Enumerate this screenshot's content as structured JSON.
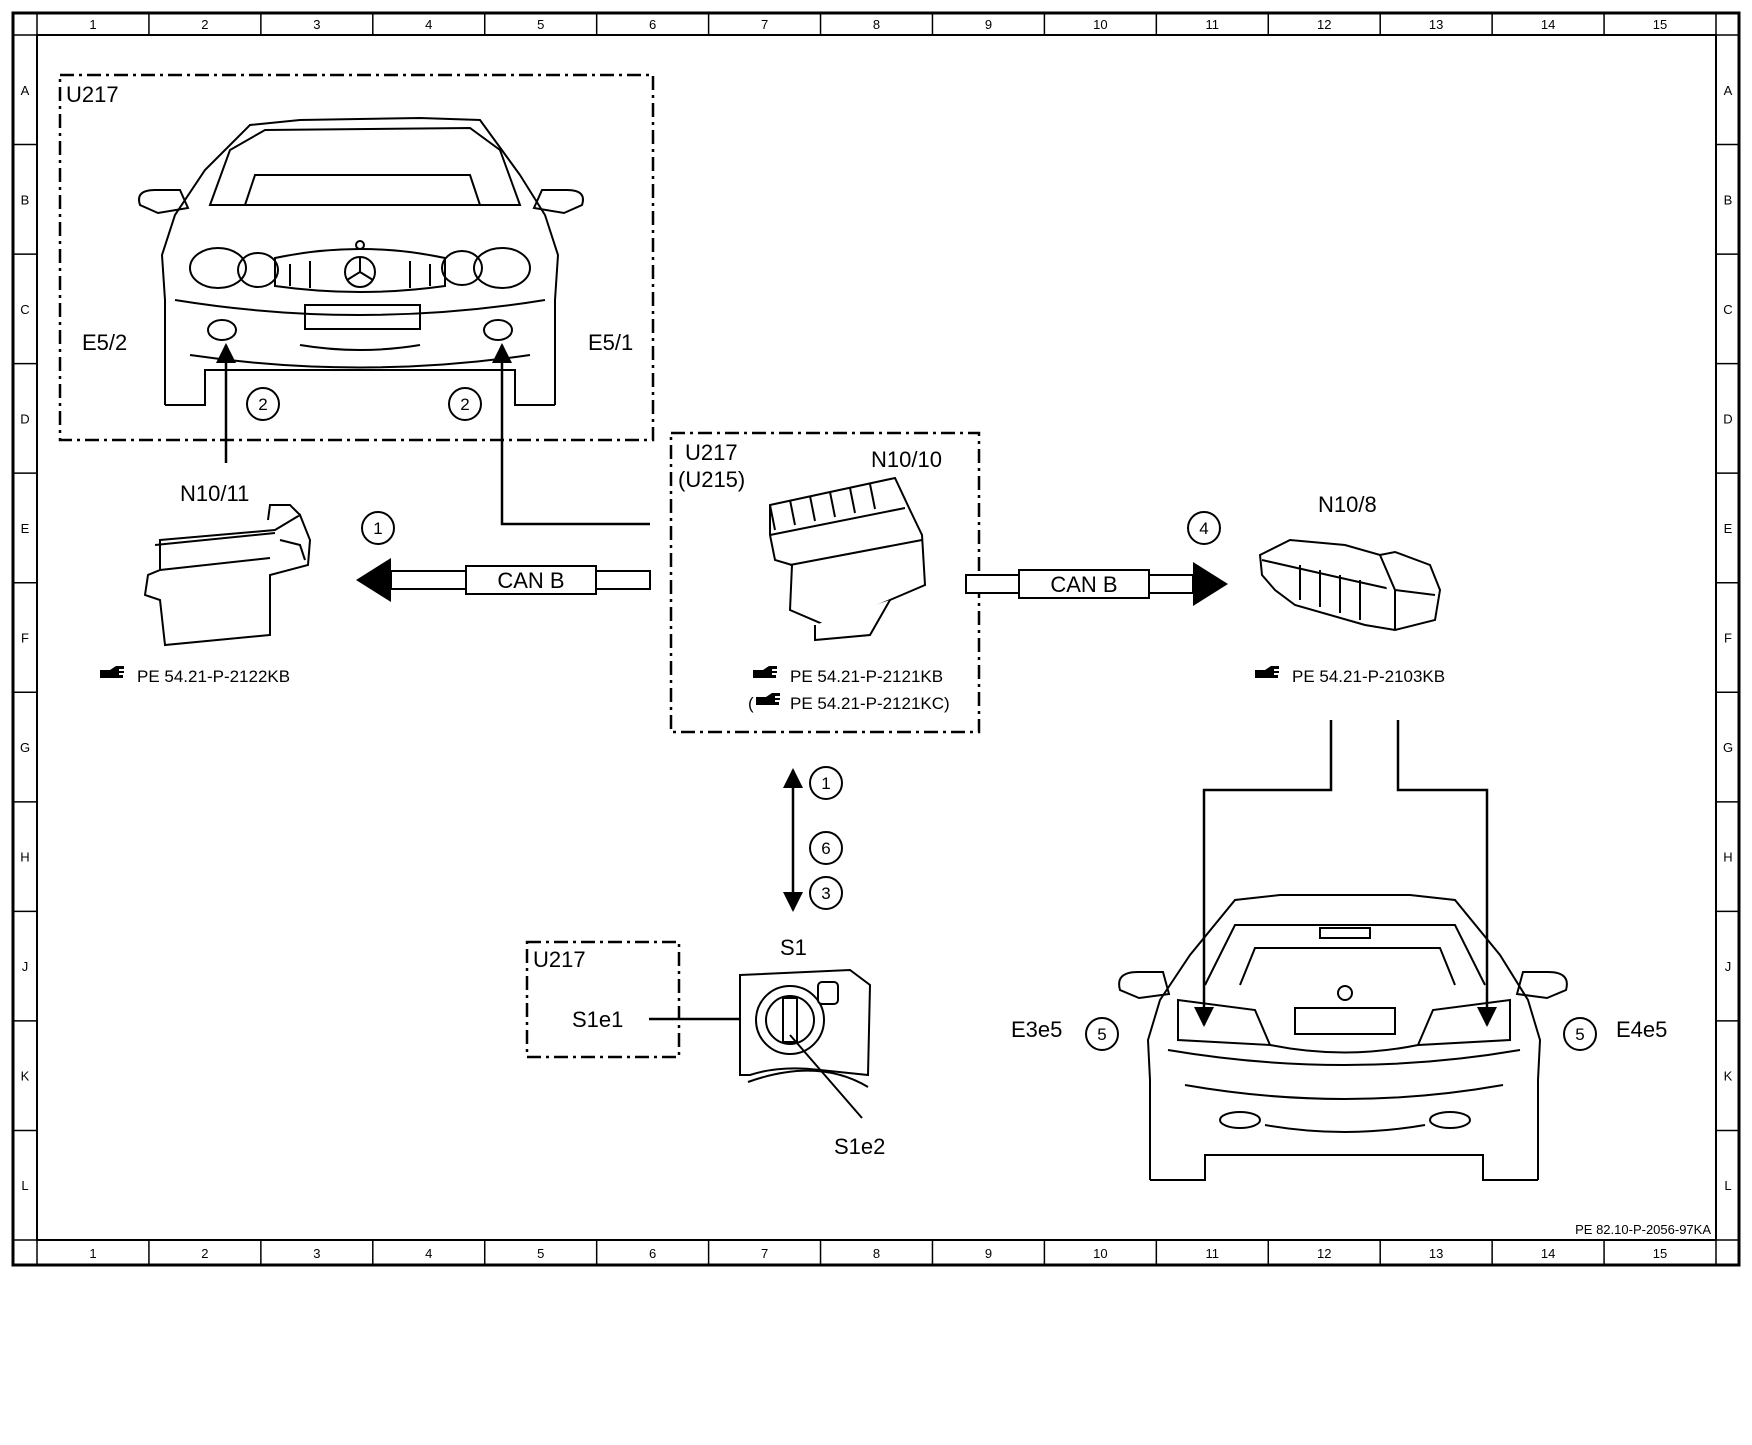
{
  "grid": {
    "columns": [
      "1",
      "2",
      "3",
      "4",
      "5",
      "6",
      "7",
      "8",
      "9",
      "10",
      "11",
      "12",
      "13",
      "14",
      "15"
    ],
    "rows": [
      "A",
      "B",
      "C",
      "D",
      "E",
      "F",
      "G",
      "H",
      "J",
      "K",
      "L"
    ]
  },
  "front_box": {
    "label": "U217"
  },
  "front_car": {
    "left_fog": "E5/2",
    "right_fog": "E5/1",
    "circle_left": "2",
    "circle_right": "2"
  },
  "n10_11": {
    "label": "N10/11",
    "ref": "PE 54.21-P-2122KB"
  },
  "center_box": {
    "label1": "U217",
    "label2": "(U215)",
    "module": "N10/10",
    "ref1": "PE 54.21-P-2121KB",
    "ref2_open": "(",
    "ref2": "PE 54.21-P-2121KC)"
  },
  "can_left": {
    "label": "CAN B",
    "circle": "1"
  },
  "can_right": {
    "label": "CAN B",
    "circle": "4"
  },
  "n10_8": {
    "label": "N10/8",
    "ref": "PE 54.21-P-2103KB"
  },
  "vertical": {
    "c1": "1",
    "c6": "6",
    "c3": "3"
  },
  "switch_box": {
    "label": "U217",
    "item": "S1e1"
  },
  "s1": {
    "label": "S1",
    "item2": "S1e2"
  },
  "rear_car": {
    "left": "E3e5",
    "right": "E4e5",
    "circle_left": "5",
    "circle_right": "5"
  },
  "footer_ref": "PE 82.10-P-2056-97KA",
  "colors": {
    "ink": "#000000",
    "paper": "#ffffff"
  }
}
